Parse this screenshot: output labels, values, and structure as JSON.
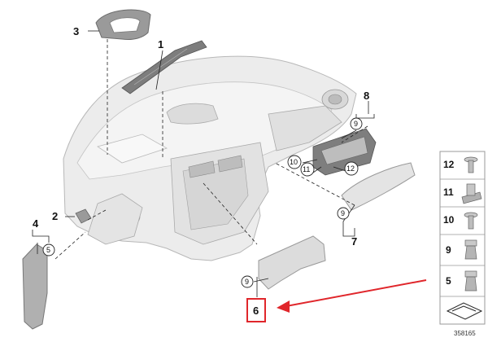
{
  "callouts": {
    "c1": "1",
    "c2": "2",
    "c3": "3",
    "c4": "4",
    "c5": "5",
    "c6": "6",
    "c7": "7",
    "c8": "8",
    "c9a": "9",
    "c9b": "9",
    "c9c": "9",
    "c10": "10",
    "c11": "11",
    "c12": "12"
  },
  "legend": {
    "items": [
      {
        "label": "12",
        "icon": "screw-icon"
      },
      {
        "label": "11",
        "icon": "clip-nut-icon"
      },
      {
        "label": "10",
        "icon": "screw-icon"
      },
      {
        "label": "9",
        "icon": "push-clip-icon"
      },
      {
        "label": "5",
        "icon": "push-clip-icon"
      }
    ]
  },
  "reference_number": "358165",
  "colors": {
    "part_fill": "#e9e9e9",
    "part_stroke": "#b5b5b5",
    "dark_part": "#8a8a8a",
    "highlight_red": "#e0262b",
    "text": "#111111"
  }
}
